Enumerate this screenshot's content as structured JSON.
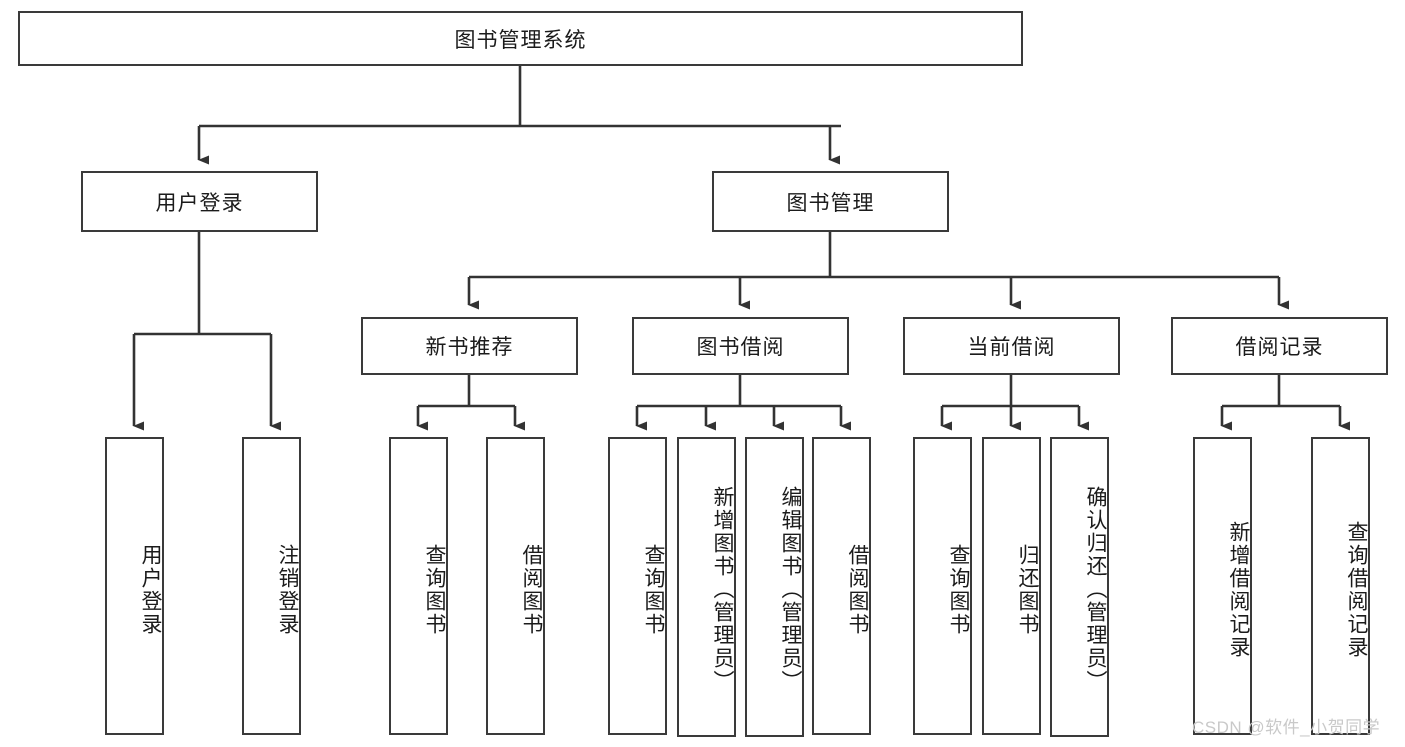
{
  "diagram": {
    "type": "tree-hierarchy",
    "title": "图书管理系统",
    "watermark": "CSDN @软件_小贺同学",
    "palette": {
      "box_border": "#3a3a3a",
      "box_fill": "#ffffff",
      "connector": "#333333",
      "text": "#1b1b1b",
      "watermark": "#c9c9c9"
    },
    "levels": [
      {
        "level": 1,
        "nodes": [
          "图书管理系统"
        ]
      },
      {
        "level": 2,
        "nodes": [
          "用户登录",
          "图书管理"
        ]
      },
      {
        "level": 3,
        "nodes": [
          "新书推荐",
          "图书借阅",
          "当前借阅",
          "借阅记录"
        ]
      },
      {
        "level": 4,
        "nodes": [
          "用户登录",
          "注销登录",
          "查询图书",
          "借阅图书",
          "查询图书",
          "新增图书（管理员）",
          "编辑图书（管理员）",
          "借阅图书",
          "查询图书",
          "归还图书",
          "确认归还（管理员）",
          "新增借阅记录",
          "查询借阅记录"
        ]
      }
    ],
    "root": {
      "label": "图书管理系统"
    },
    "branch_user_login": {
      "label": "用户登录"
    },
    "branch_book_manage": {
      "label": "图书管理"
    },
    "group_new_books": {
      "label": "新书推荐"
    },
    "group_borrow": {
      "label": "图书借阅"
    },
    "group_current": {
      "label": "当前借阅"
    },
    "group_records": {
      "label": "借阅记录"
    },
    "leaves": {
      "user_login": "用户登录",
      "user_logout": "注销登录",
      "nb_query": "查询图书",
      "nb_borrow": "借阅图书",
      "bb_query": "查询图书",
      "bb_add": "新增图书（管理员）",
      "bb_edit": "编辑图书（管理员）",
      "bb_borrow": "借阅图书",
      "cb_query": "查询图书",
      "cb_return": "归还图书",
      "cb_confirm": "确认归还（管理员）",
      "rec_add": "新增借阅记录",
      "rec_query": "查询借阅记录"
    },
    "edges": [
      {
        "from": "图书管理系统",
        "to": "用户登录"
      },
      {
        "from": "图书管理系统",
        "to": "图书管理"
      },
      {
        "from": "用户登录",
        "to": "用户登录"
      },
      {
        "from": "用户登录",
        "to": "注销登录"
      },
      {
        "from": "图书管理",
        "to": "新书推荐"
      },
      {
        "from": "图书管理",
        "to": "图书借阅"
      },
      {
        "from": "图书管理",
        "to": "当前借阅"
      },
      {
        "from": "图书管理",
        "to": "借阅记录"
      },
      {
        "from": "新书推荐",
        "to": "查询图书"
      },
      {
        "from": "新书推荐",
        "to": "借阅图书"
      },
      {
        "from": "图书借阅",
        "to": "查询图书"
      },
      {
        "from": "图书借阅",
        "to": "新增图书（管理员）"
      },
      {
        "from": "图书借阅",
        "to": "编辑图书（管理员）"
      },
      {
        "from": "图书借阅",
        "to": "借阅图书"
      },
      {
        "from": "当前借阅",
        "to": "查询图书"
      },
      {
        "from": "当前借阅",
        "to": "归还图书"
      },
      {
        "from": "当前借阅",
        "to": "确认归还（管理员）"
      },
      {
        "from": "借阅记录",
        "to": "新增借阅记录"
      },
      {
        "from": "借阅记录",
        "to": "查询借阅记录"
      }
    ]
  }
}
